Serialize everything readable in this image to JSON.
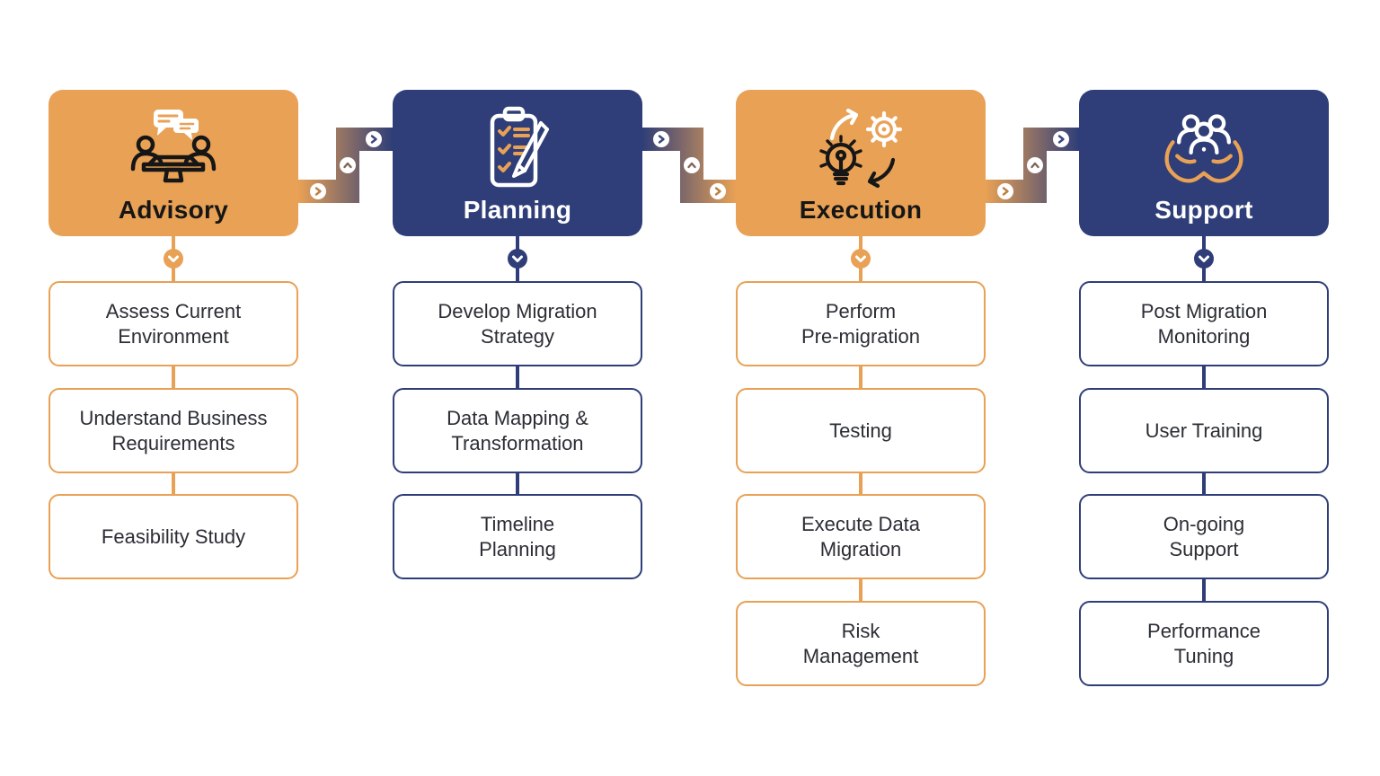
{
  "palette": {
    "orange": "#E8A155",
    "blue": "#2F3E78",
    "ink": "#161616",
    "step_text": "#2B2E35",
    "chev_orange": "#BE8040",
    "chev_mid": "#80655B",
    "chev_blue": "#3A477E",
    "background": "#FFFFFF"
  },
  "stages": [
    {
      "title": "Advisory",
      "theme": "orange",
      "icon": "meeting-discussion-icon",
      "steps": [
        "Assess Current\nEnvironment",
        "Understand Business\nRequirements",
        "Feasibility Study"
      ]
    },
    {
      "title": "Planning",
      "theme": "blue",
      "icon": "clipboard-checklist-icon",
      "steps": [
        "Develop Migration\nStrategy",
        "Data Mapping &\nTransformation",
        "Timeline\nPlanning"
      ]
    },
    {
      "title": "Execution",
      "theme": "orange",
      "icon": "bulb-gear-process-icon",
      "steps": [
        "Perform\nPre-migration",
        "Testing",
        "Execute Data\nMigration",
        "Risk\nManagement"
      ]
    },
    {
      "title": "Support",
      "theme": "blue",
      "icon": "hands-holding-team-icon",
      "steps": [
        "Post Migration\nMonitoring",
        "User Training",
        "On-going\nSupport",
        "Performance\nTuning"
      ]
    }
  ],
  "connectors": [
    {
      "from": "Advisory",
      "to": "Planning",
      "shape": "right-up-right",
      "chevrons": [
        "right",
        "up",
        "right"
      ]
    },
    {
      "from": "Planning",
      "to": "Execution",
      "shape": "right-down-right",
      "chevrons": [
        "right",
        "up",
        "right"
      ]
    },
    {
      "from": "Execution",
      "to": "Support",
      "shape": "right-up-right",
      "chevrons": [
        "right",
        "up",
        "right"
      ]
    }
  ]
}
